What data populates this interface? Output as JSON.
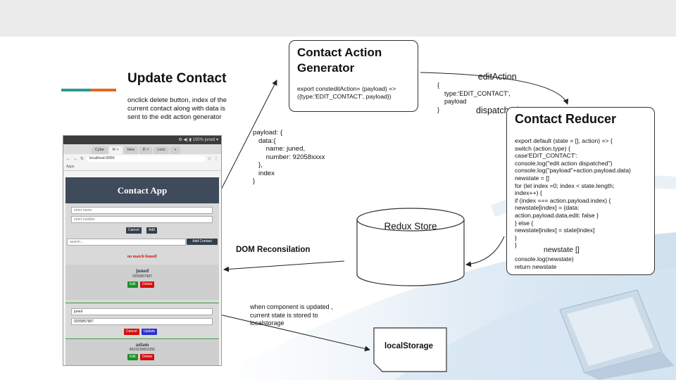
{
  "title": "Update Contact",
  "description": "onclick delete button, index of the current contact along with data is sent to the edit action generator",
  "action_generator": {
    "title_line1": "Contact Action",
    "title_line2": "Generator",
    "code": "export consteditAction= (payload) =>\n({type:'EDIT_CONTACT', payload})"
  },
  "dispatch": {
    "label_line1": "editAction",
    "label_line2": "dispatched",
    "object": "{\n    type:'EDIT_CONTACT',\n    payload\n}"
  },
  "reducer": {
    "title": "Contact Reducer",
    "code": "export default (state = [], action) => {\nswitch (action.type) {\ncase'EDIT_CONTACT':\nconsole.log(\"edit action dispatched\")\nconsole.log(\"payload\"+action.payload.data)\nnewstate = []\nfor (let index =0; index < state.length;\nindex++) {\nif (index === action.payload.index) {\nnewstate[index] = {data:\naction.payload.data,edit: false }\n} else {\nnewstate[index] = state[index]\n}\n}",
    "newstate_label": "newstate []",
    "code_tail": "console.log(newstate)\nreturn newstate"
  },
  "payload_text": "payload: {\n   data:{\n       name: juned,\n       number: 92058xxxx\n   },\n   index\n}",
  "redux_store": "Redux Store",
  "dom_label": "DOM Reconsilation",
  "storage_note": "when component is updated ,\ncurrent state is stored to\nlocalstorage",
  "local_storage": "localStorage",
  "colors": {
    "accent_teal": "#2e9a8e",
    "accent_orange": "#e8681f",
    "app_header": "#3f4a5a"
  },
  "screenshot": {
    "system_bar": "⚙ ◀) ▮ 100% juned ▾",
    "tabs": [
      "Cybe",
      "R ×",
      "Hea",
      "D ×",
      "LocL",
      "+"
    ],
    "url": "localhost:3000",
    "bookmarks": "Apps",
    "app_title": "Contact App",
    "name_placeholder": "enter name",
    "number_placeholder": "enter number",
    "cancel_label": "Cancel",
    "add_label": "Add",
    "search_placeholder": "search...",
    "add_contact_label": "Add Contact",
    "no_match": "no match found!",
    "contacts": [
      {
        "name": "juned",
        "number": "9205857987"
      },
      {
        "name": "aslam",
        "number": "8623230652356"
      }
    ],
    "edit_label": "Edit",
    "delete_label": "Delete",
    "edit_name_value": "juned",
    "edit_number_value": "9205857987",
    "edit_cancel_label": "Cancel",
    "update_label": "Update"
  }
}
